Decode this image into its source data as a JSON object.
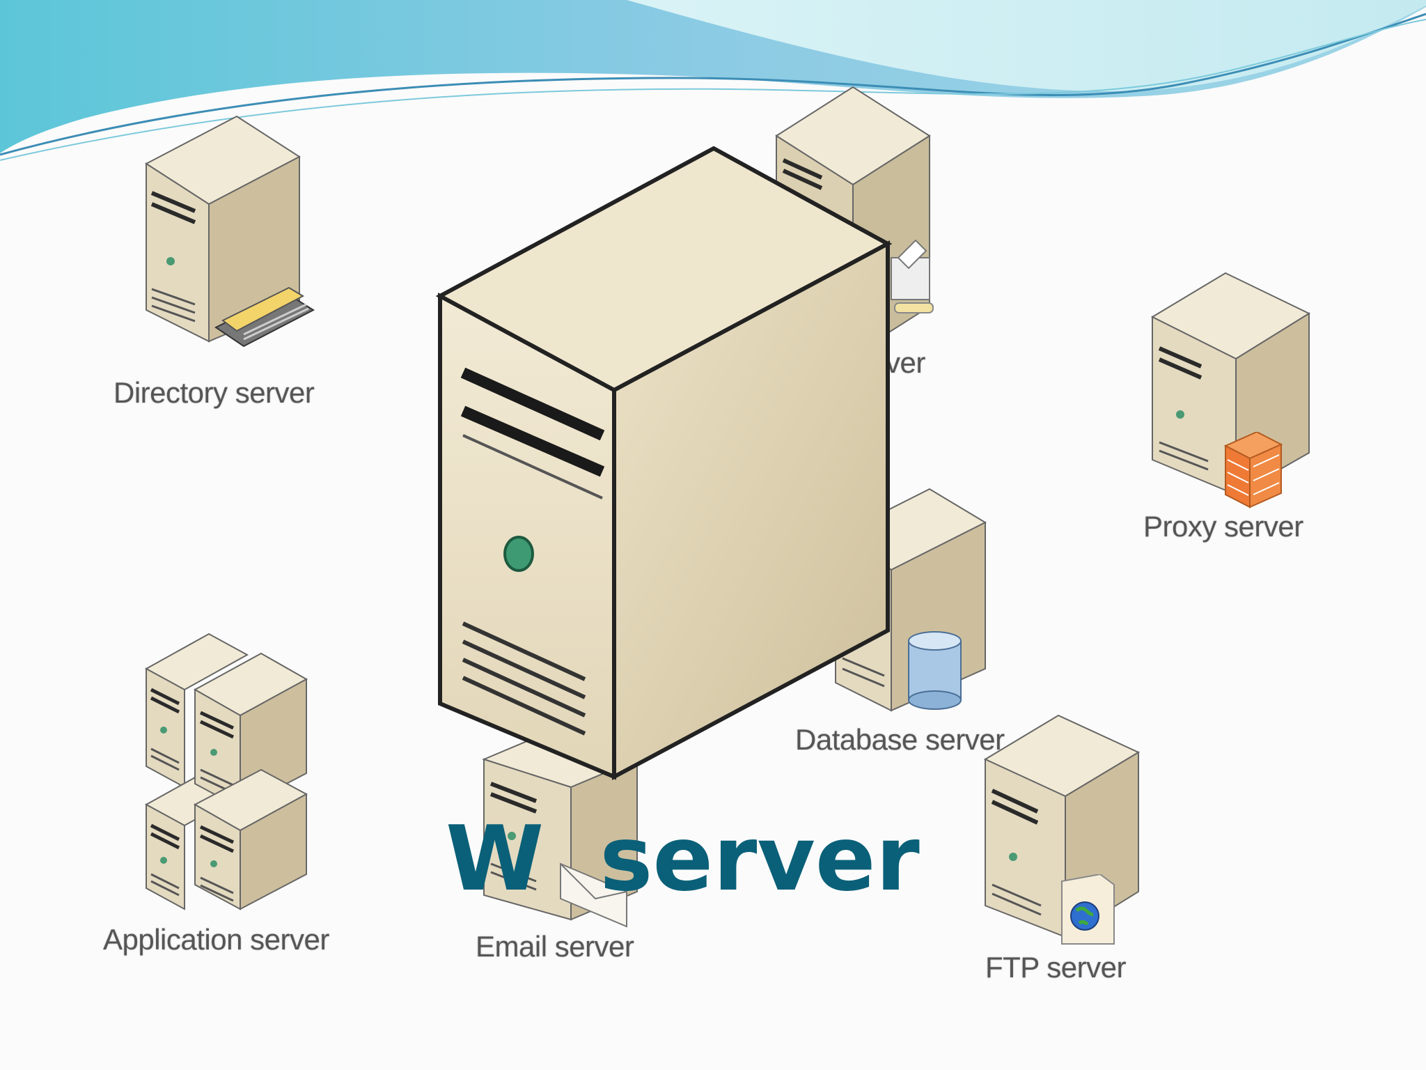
{
  "slide": {
    "title_start": "W",
    "title_end": "server"
  },
  "servers": {
    "directory": "Directory server",
    "top_partial": "ver",
    "proxy": "Proxy server",
    "application": "Application server",
    "database": "Database server",
    "email": "Email server",
    "ftp": "FTP server"
  },
  "icons": {
    "directory": "directory-book-icon",
    "top": "printer-icon",
    "proxy": "firewall-icon",
    "database": "database-cylinder-icon",
    "email": "envelope-icon",
    "ftp": "globe-document-icon"
  },
  "colors": {
    "title": "#0a6078",
    "wave_dark": "#7fbfdc",
    "wave_light": "#bfe8ef",
    "server_body": "#e6dcc3",
    "label": "#555555"
  }
}
